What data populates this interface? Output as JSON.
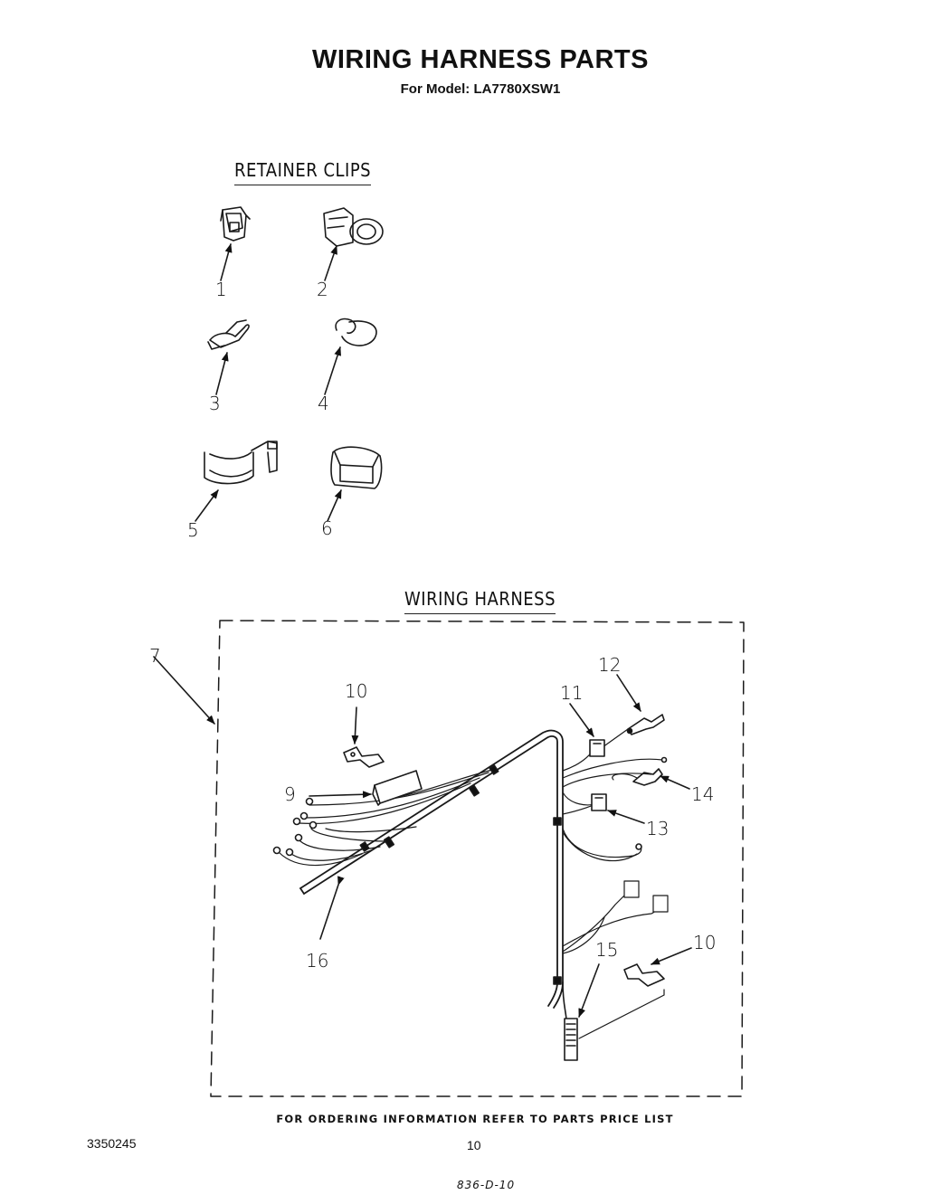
{
  "page": {
    "title": "WIRING HARNESS PARTS",
    "model_line": "For Model: LA7780XSW1"
  },
  "sections": {
    "retainer_clips": "RETAINER CLIPS",
    "wiring_harness": "WIRING HARNESS"
  },
  "callouts": {
    "c1": "1",
    "c2": "2",
    "c3": "3",
    "c4": "4",
    "c5": "5",
    "c6": "6",
    "c7": "7",
    "c9": "9",
    "c10a": "10",
    "c10b": "10",
    "c11": "11",
    "c12": "12",
    "c13": "13",
    "c14": "14",
    "c15": "15",
    "c16": "16"
  },
  "footer": {
    "ordering_note": "FOR ORDERING INFORMATION REFER TO PARTS PRICE LIST",
    "doc_number": "3350245",
    "page_number": "10",
    "handwritten_code": "836-D-10"
  }
}
